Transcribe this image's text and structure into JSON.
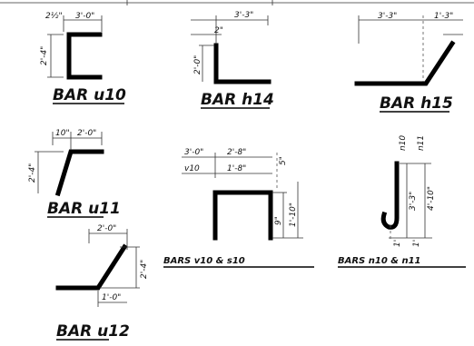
{
  "sheet": {
    "paper_color": "#ffffff",
    "ink_color": "#000000"
  },
  "details": [
    {
      "label": "BAR u10",
      "dims": {
        "leg": "2½\"",
        "top": "3'-0\"",
        "height": "2'-4\""
      }
    },
    {
      "label": "BAR h14",
      "dims": {
        "top": "3'-3\"",
        "sub": "2\"",
        "height": "2'-0\""
      }
    },
    {
      "label": "BAR h15",
      "dims": {
        "top": "3'-3\"",
        "right": "1'-3\""
      }
    },
    {
      "label": "BAR u11",
      "dims": {
        "leg": "10\"",
        "top": "2'-0\"",
        "height": "2'-4\""
      }
    },
    {
      "label": "BARS v10 & s10",
      "dims": {
        "r1a": "3'-0\"",
        "r1b": "2'-8\"",
        "r2a": "v10",
        "r2b": "1'-8\"",
        "inner": "9\"",
        "outer": "1'-10\"",
        "side": "5\""
      }
    },
    {
      "label": "BARS n10 & n11",
      "dims": {
        "m1": "n10",
        "m2": "n11",
        "h1": "3'-3\"",
        "h2": "4'-10\"",
        "b1": "1'",
        "b2": "1'"
      }
    },
    {
      "label": "BAR u12",
      "dims": {
        "top": "2'-0\"",
        "height": "2'-4\"",
        "bottom": "1'-0\""
      }
    }
  ]
}
